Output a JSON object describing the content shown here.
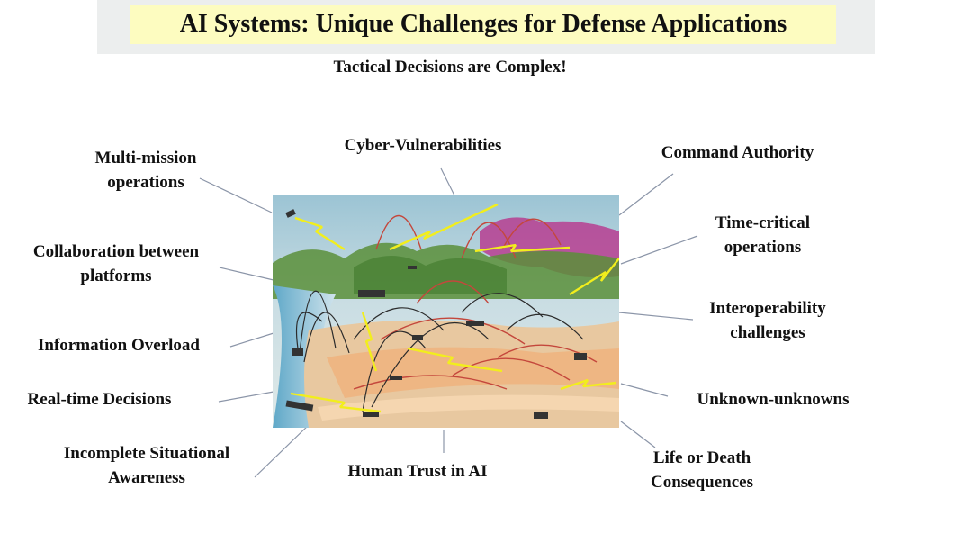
{
  "title": "AI Systems: Unique Challenges for Defense Applications",
  "subtitle": "Tactical Decisions are Complex!",
  "labels": {
    "multi_mission": [
      "Multi-mission",
      "operations"
    ],
    "collaboration": [
      "Collaboration between",
      "platforms"
    ],
    "information_overload": "Information Overload",
    "real_time": "Real-time Decisions",
    "incomplete": [
      "Incomplete Situational",
      "Awareness"
    ],
    "cyber": "Cyber-Vulnerabilities",
    "human_trust": "Human Trust in AI",
    "command_authority": "Command Authority",
    "time_critical": [
      "Time-critical",
      "operations"
    ],
    "interoperability": [
      "Interoperability",
      "challenges"
    ],
    "unknown": "Unknown-unknowns",
    "life_death": [
      "Life or Death",
      "Consequences"
    ]
  },
  "colors": {
    "title_highlight": "#fdfcc0",
    "title_band": "#eceeee",
    "connector": "#8b95a8",
    "sky": "#9cc4d4",
    "sand": "#e8c8a0",
    "hills": "#5a8f3a",
    "storm": "#b8348c",
    "lightning": "#f2ee1c",
    "arcs_red": "#c4473c",
    "arcs_dark": "#2b2b2b"
  }
}
